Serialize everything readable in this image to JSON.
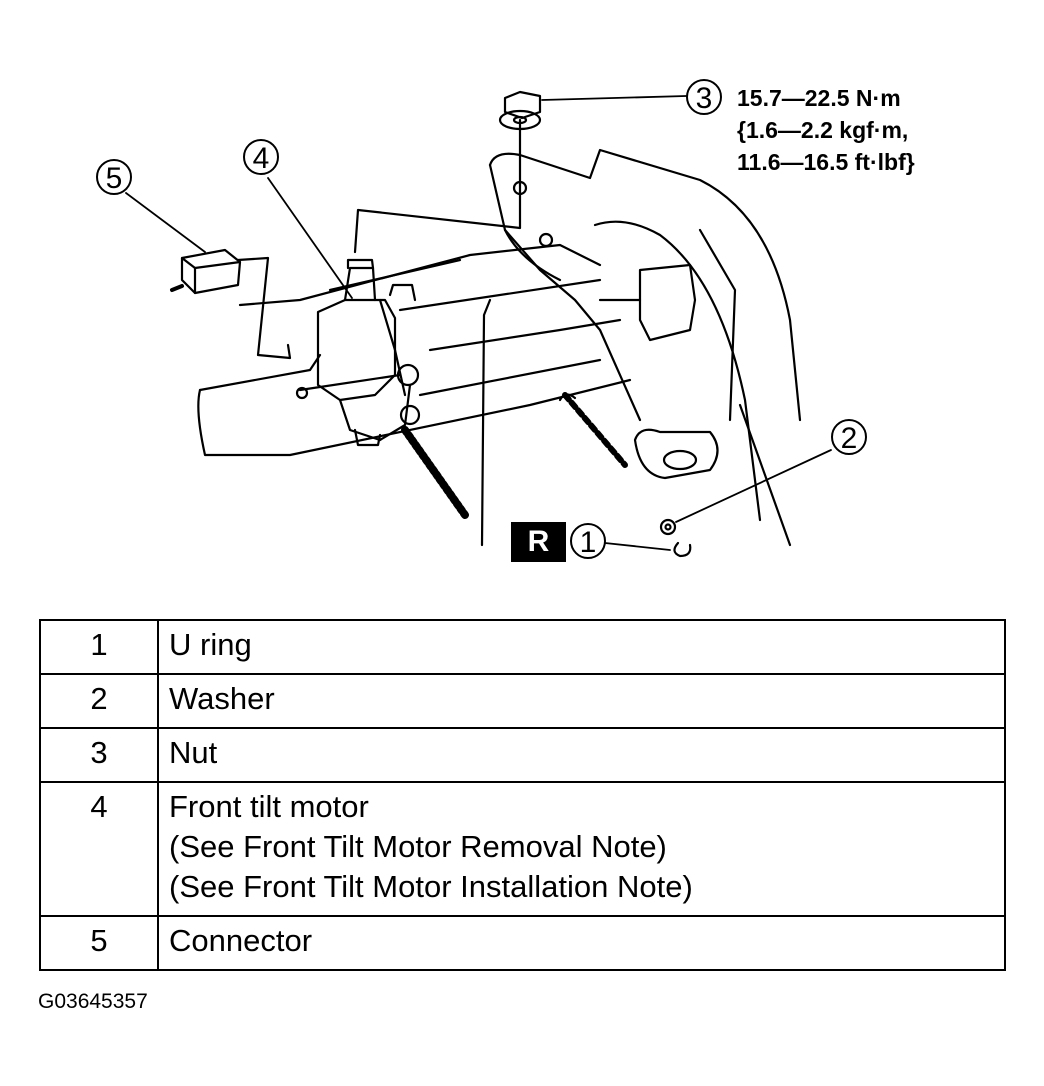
{
  "callouts": [
    {
      "id": "1",
      "label": "1"
    },
    {
      "id": "2",
      "label": "2"
    },
    {
      "id": "3",
      "label": "3"
    },
    {
      "id": "4",
      "label": "4"
    },
    {
      "id": "5",
      "label": "5"
    }
  ],
  "torque_spec": {
    "line1": "15.7—22.5 N·m",
    "line2": "{1.6—2.2 kgf·m,",
    "line3": "11.6—16.5 ft·lbf}"
  },
  "badge": "R",
  "parts_table": [
    {
      "num": "1",
      "lines": [
        "U ring"
      ]
    },
    {
      "num": "2",
      "lines": [
        "Washer"
      ]
    },
    {
      "num": "3",
      "lines": [
        "Nut"
      ]
    },
    {
      "num": "4",
      "lines": [
        "Front tilt motor",
        "(See Front Tilt Motor Removal Note)",
        "(See Front Tilt Motor Installation Note)"
      ]
    },
    {
      "num": "5",
      "lines": [
        "Connector"
      ]
    }
  ],
  "doc_id": "G03645357"
}
